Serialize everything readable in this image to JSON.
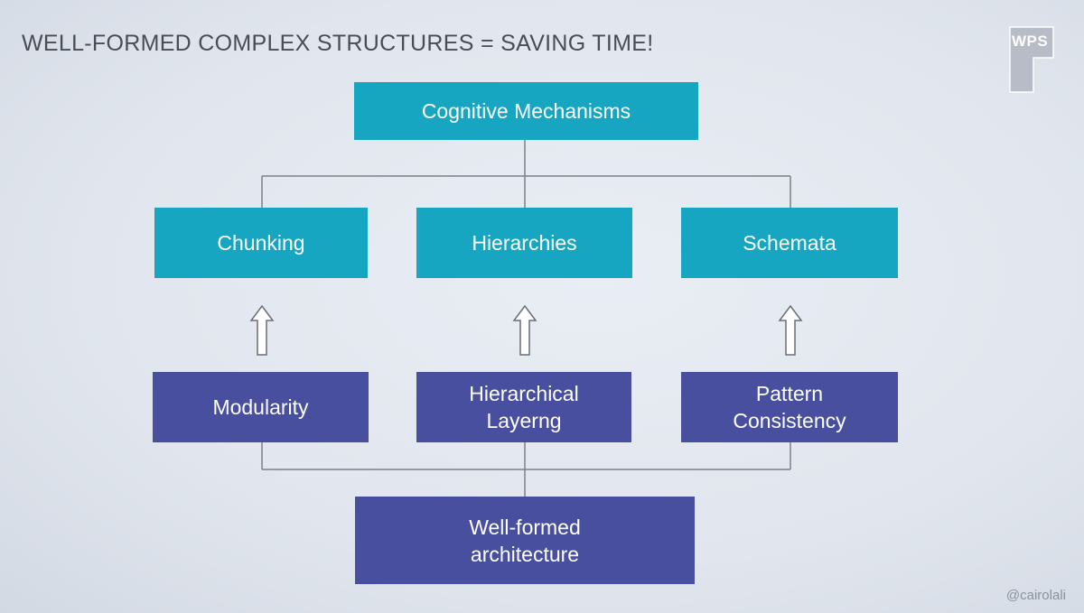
{
  "slide": {
    "title": "WELL-FORMED COMPLEX STRUCTURES = SAVING TIME!",
    "logo_text": "WPS",
    "credit": "@cairolali"
  },
  "diagram": {
    "top": "Cognitive Mechanisms",
    "mechanisms": [
      "Chunking",
      "Hierarchies",
      "Schemata"
    ],
    "principles": [
      "Modularity",
      "Hierarchical\nLayerng",
      "Pattern\nConsistency"
    ],
    "bottom": "Well-formed\narchitecture"
  },
  "colors": {
    "teal": "#16a6c1",
    "indigo": "#484f9e",
    "connector": "#7d8088"
  },
  "icons": {
    "logo": "wps-logo-icon",
    "arrow": "hollow-up-arrow-icon"
  }
}
